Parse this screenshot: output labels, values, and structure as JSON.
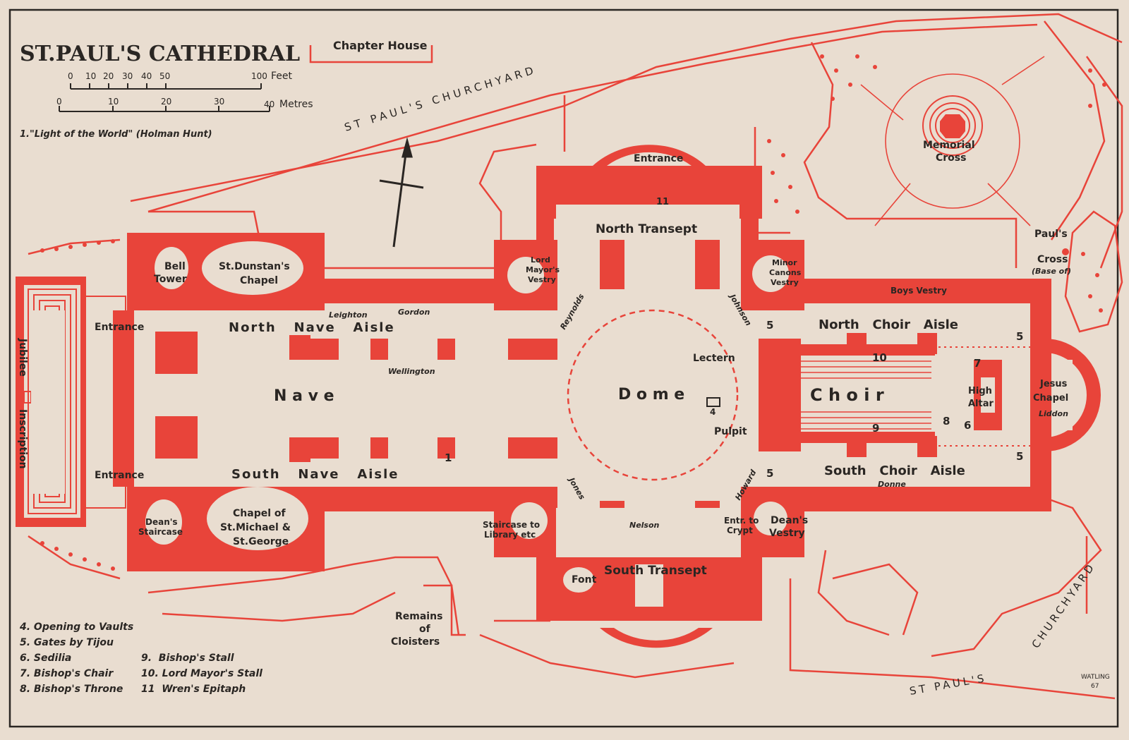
{
  "title": "ST.PAUL'S CATHEDRAL",
  "chapter_house": "Chapter House",
  "scale": {
    "feet_ticks": [
      "0",
      "10",
      "20",
      "30",
      "40",
      "50",
      "100"
    ],
    "feet_unit": "Feet",
    "metre_ticks": [
      "0",
      "10",
      "20",
      "30",
      "40"
    ],
    "metre_unit": "Metres"
  },
  "note1": "1.\"Light of the World\" (Holman Hunt)",
  "streets": {
    "north": "ST PAUL'S CHURCHYARD",
    "south_a": "ST PAUL'S",
    "south_b": "CHURCHYARD"
  },
  "areas": {
    "nave": "N a v e",
    "dome": "D o m e",
    "choir": "C h o i r",
    "north_nave_aisle": "North   Nave   Aisle",
    "south_nave_aisle": "South   Nave   Aisle",
    "north_transept": "North Transept",
    "south_transept": "South Transept",
    "north_choir_aisle": "North   Choir   Aisle",
    "south_choir_aisle": "South   Choir   Aisle"
  },
  "rooms": {
    "bell_tower": [
      "Bell",
      "Tower"
    ],
    "st_dunstan": [
      "St.Dunstan's",
      "Chapel"
    ],
    "lord_mayor_vestry": [
      "Lord",
      "Mayor's",
      "Vestry"
    ],
    "minor_canons": [
      "Minor",
      "Canons",
      "Vestry"
    ],
    "boys_vestry": "Boys Vestry",
    "deans_staircase": [
      "Dean's",
      "Staircase"
    ],
    "st_michael": [
      "Chapel of",
      "St.Michael &",
      "St.George"
    ],
    "staircase_library": [
      "Staircase to",
      "Library etc"
    ],
    "entr_crypt": [
      "Entr. to",
      "Crypt"
    ],
    "deans_vestry": [
      "Dean's",
      "Vestry"
    ],
    "high_altar": [
      "High",
      "Altar"
    ],
    "jesus_chapel": [
      "Jesus",
      "Chapel"
    ],
    "font": "Font",
    "remains_cloisters": [
      "Remains",
      "of",
      "Cloisters"
    ],
    "memorial_cross": [
      "Memorial",
      "Cross"
    ],
    "pauls_cross": [
      "Paul's",
      "Cross",
      "(Base of)"
    ],
    "entrance_north": "Entrance",
    "entrance_west_n": "Entrance",
    "entrance_west_s": "Entrance",
    "lectern": "Lectern",
    "pulpit": "Pulpit"
  },
  "memorials": {
    "leighton": "Leighton",
    "gordon": "Gordon",
    "wellington": "Wellington",
    "reynolds": "Reynolds",
    "johnson": "Johnson",
    "jones": "Jones",
    "nelson": "Nelson",
    "howard": "Howard",
    "donne": "Donne",
    "liddon": "Liddon"
  },
  "jubilee": [
    "Jubilee",
    "Inscription"
  ],
  "numbers": {
    "n1": "1",
    "n4": "4",
    "n5": "5",
    "n6": "6",
    "n7": "7",
    "n8": "8",
    "n9": "9",
    "n10": "10",
    "n11": "11"
  },
  "legend_left": [
    "4. Opening to Vaults",
    "5. Gates by Tijou",
    "6. Sedilia",
    "7. Bishop's Chair",
    "8. Bishop's Throne"
  ],
  "legend_right": [
    "9.  Bishop's Stall",
    "10. Lord Mayor's Stall",
    "11  Wren's Epitaph"
  ],
  "signature": [
    "WATLING",
    "67"
  ],
  "colors": {
    "paper": "#e9ddd0",
    "ink": "#2a2623",
    "plan_red": "#e8443a"
  }
}
